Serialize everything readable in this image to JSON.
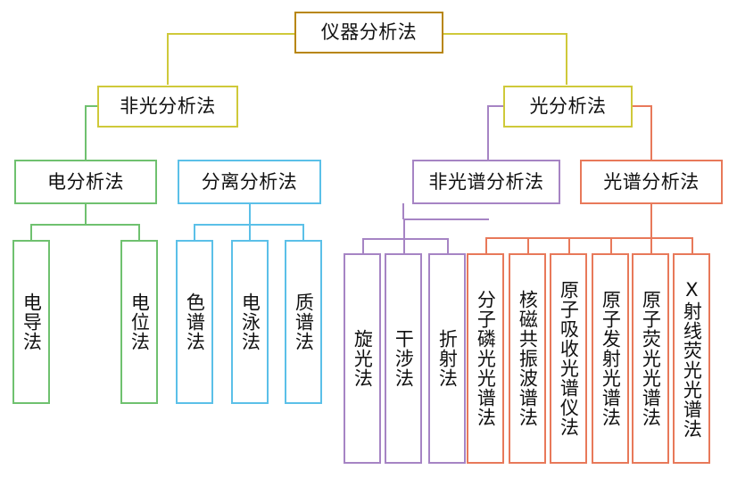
{
  "diagram": {
    "title_node": {
      "label": "仪器分析法",
      "color": "#b8860b"
    },
    "palette": {
      "root": "#b8860b",
      "level2": "#cfc93a",
      "electro": "#6fc16f",
      "separation": "#5bc0e8",
      "nonspectral": "#a684c4",
      "spectral": "#e8795a"
    },
    "nodes": {
      "root": "仪器分析法",
      "nonoptical": "非光分析法",
      "optical": "光分析法",
      "electro": "电分析法",
      "separation": "分离分析法",
      "nonspectral": "非光谱分析法",
      "spectral": "光谱分析法"
    },
    "leaves": {
      "electro": [
        "电导法",
        "电位法"
      ],
      "separation": [
        "色谱法",
        "电泳法",
        "质谱法"
      ],
      "nonspectral": [
        "旋光法",
        "干涉法",
        "折射法"
      ],
      "spectral": [
        "分子磷光光谱法",
        "核磁共振波谱法",
        "原子吸收光谱仪法",
        "原子发射光谱法",
        "原子荧光光谱法",
        "X射线荧光光谱法"
      ]
    }
  }
}
